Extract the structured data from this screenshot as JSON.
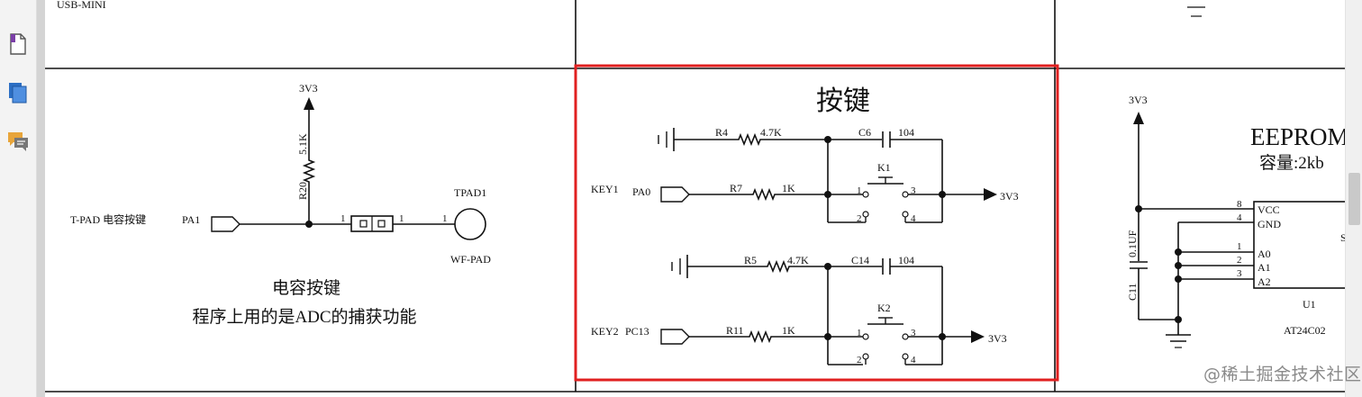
{
  "toolbar": {
    "icons": [
      "page-icon",
      "copy-pages-icon",
      "comment-icon"
    ]
  },
  "sheet": {
    "top_label": "USB-MINI"
  },
  "touch_pad": {
    "net_label": "T-PAD 电容按键",
    "port": "PA1",
    "power": "3V3",
    "resistor_ref": "R20",
    "resistor_value": "5.1K",
    "pin_left": "1",
    "pin_right": "1",
    "pin_pad": "1",
    "pad_ref": "TPAD1",
    "pad_type": "WF-PAD",
    "caption_line1": "电容按键",
    "caption_line2": "程序上用的是ADC的捕获功能"
  },
  "keys": {
    "title": "按键",
    "highlight_color": "#e02020",
    "key1": {
      "net": "KEY1",
      "port": "PA0",
      "r_pull_ref": "R4",
      "r_pull_value": "4.7K",
      "cap_ref": "C6",
      "cap_value": "104",
      "r_series_ref": "R7",
      "r_series_value": "1K",
      "switch_ref": "K1",
      "pins": [
        "1",
        "2",
        "3",
        "4"
      ],
      "power": "3V3"
    },
    "key2": {
      "net": "KEY2",
      "port": "PC13",
      "r_pull_ref": "R5",
      "r_pull_value": "4.7K",
      "cap_ref": "C14",
      "cap_value": "104",
      "r_series_ref": "R11",
      "r_series_value": "1K",
      "switch_ref": "K2",
      "pins": [
        "1",
        "2",
        "3",
        "4"
      ],
      "power": "3V3"
    }
  },
  "eeprom": {
    "title": "EEPROM",
    "capacity": "容量:2kb",
    "power": "3V3",
    "cap_ref": "C11",
    "cap_value": "0.1UF",
    "chip_ref": "U1",
    "chip_part": "AT24C02",
    "pins": [
      {
        "num": "8",
        "name": "VCC"
      },
      {
        "num": "4",
        "name": "GND"
      },
      {
        "num": "1",
        "name": "A0"
      },
      {
        "num": "2",
        "name": "A1"
      },
      {
        "num": "3",
        "name": "A2"
      }
    ],
    "clipped_letter": "S"
  },
  "watermark": {
    "text": "@稀土掘金技术社区"
  }
}
